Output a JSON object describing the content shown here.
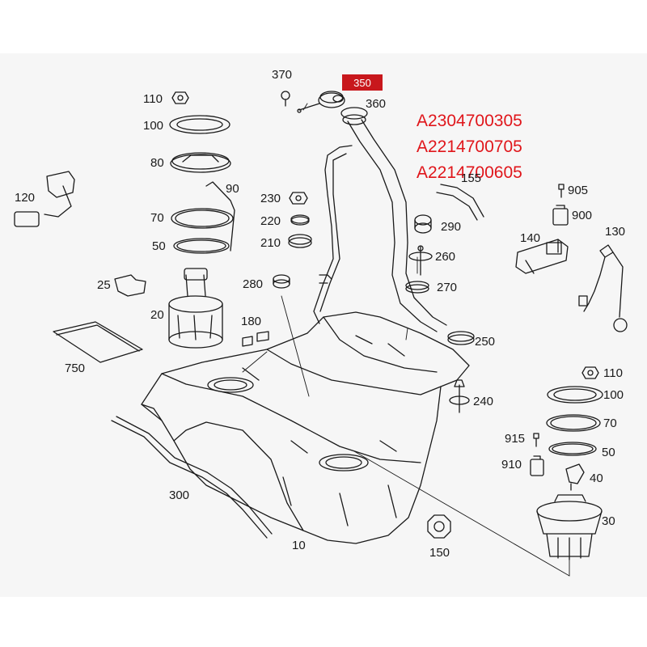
{
  "highlighted_callout": "350",
  "part_numbers": [
    "A2304700305",
    "A2214700705",
    "A2214700605"
  ],
  "callouts": {
    "c370": "370",
    "c360": "360",
    "c110a": "110",
    "c100a": "100",
    "c80": "80",
    "c90": "90",
    "c120": "120",
    "c70a": "70",
    "c50a": "50",
    "c230": "230",
    "c220": "220",
    "c210": "210",
    "c155": "155",
    "c290": "290",
    "c260": "260",
    "c270": "270",
    "c280": "280",
    "c25": "25",
    "c20": "20",
    "c180": "180",
    "c750": "750",
    "c250": "250",
    "c240": "240",
    "c905": "905",
    "c900": "900",
    "c140": "140",
    "c130": "130",
    "c110b": "110",
    "c100b": "100",
    "c70b": "70",
    "c915": "915",
    "c50b": "50",
    "c910": "910",
    "c40": "40",
    "c30": "30",
    "c300": "300",
    "c10": "10",
    "c150": "150"
  },
  "colors": {
    "accent": "#e0161b",
    "badge": "#c8171c",
    "line": "#1a1a1a",
    "frame": "#f6f6f6"
  }
}
